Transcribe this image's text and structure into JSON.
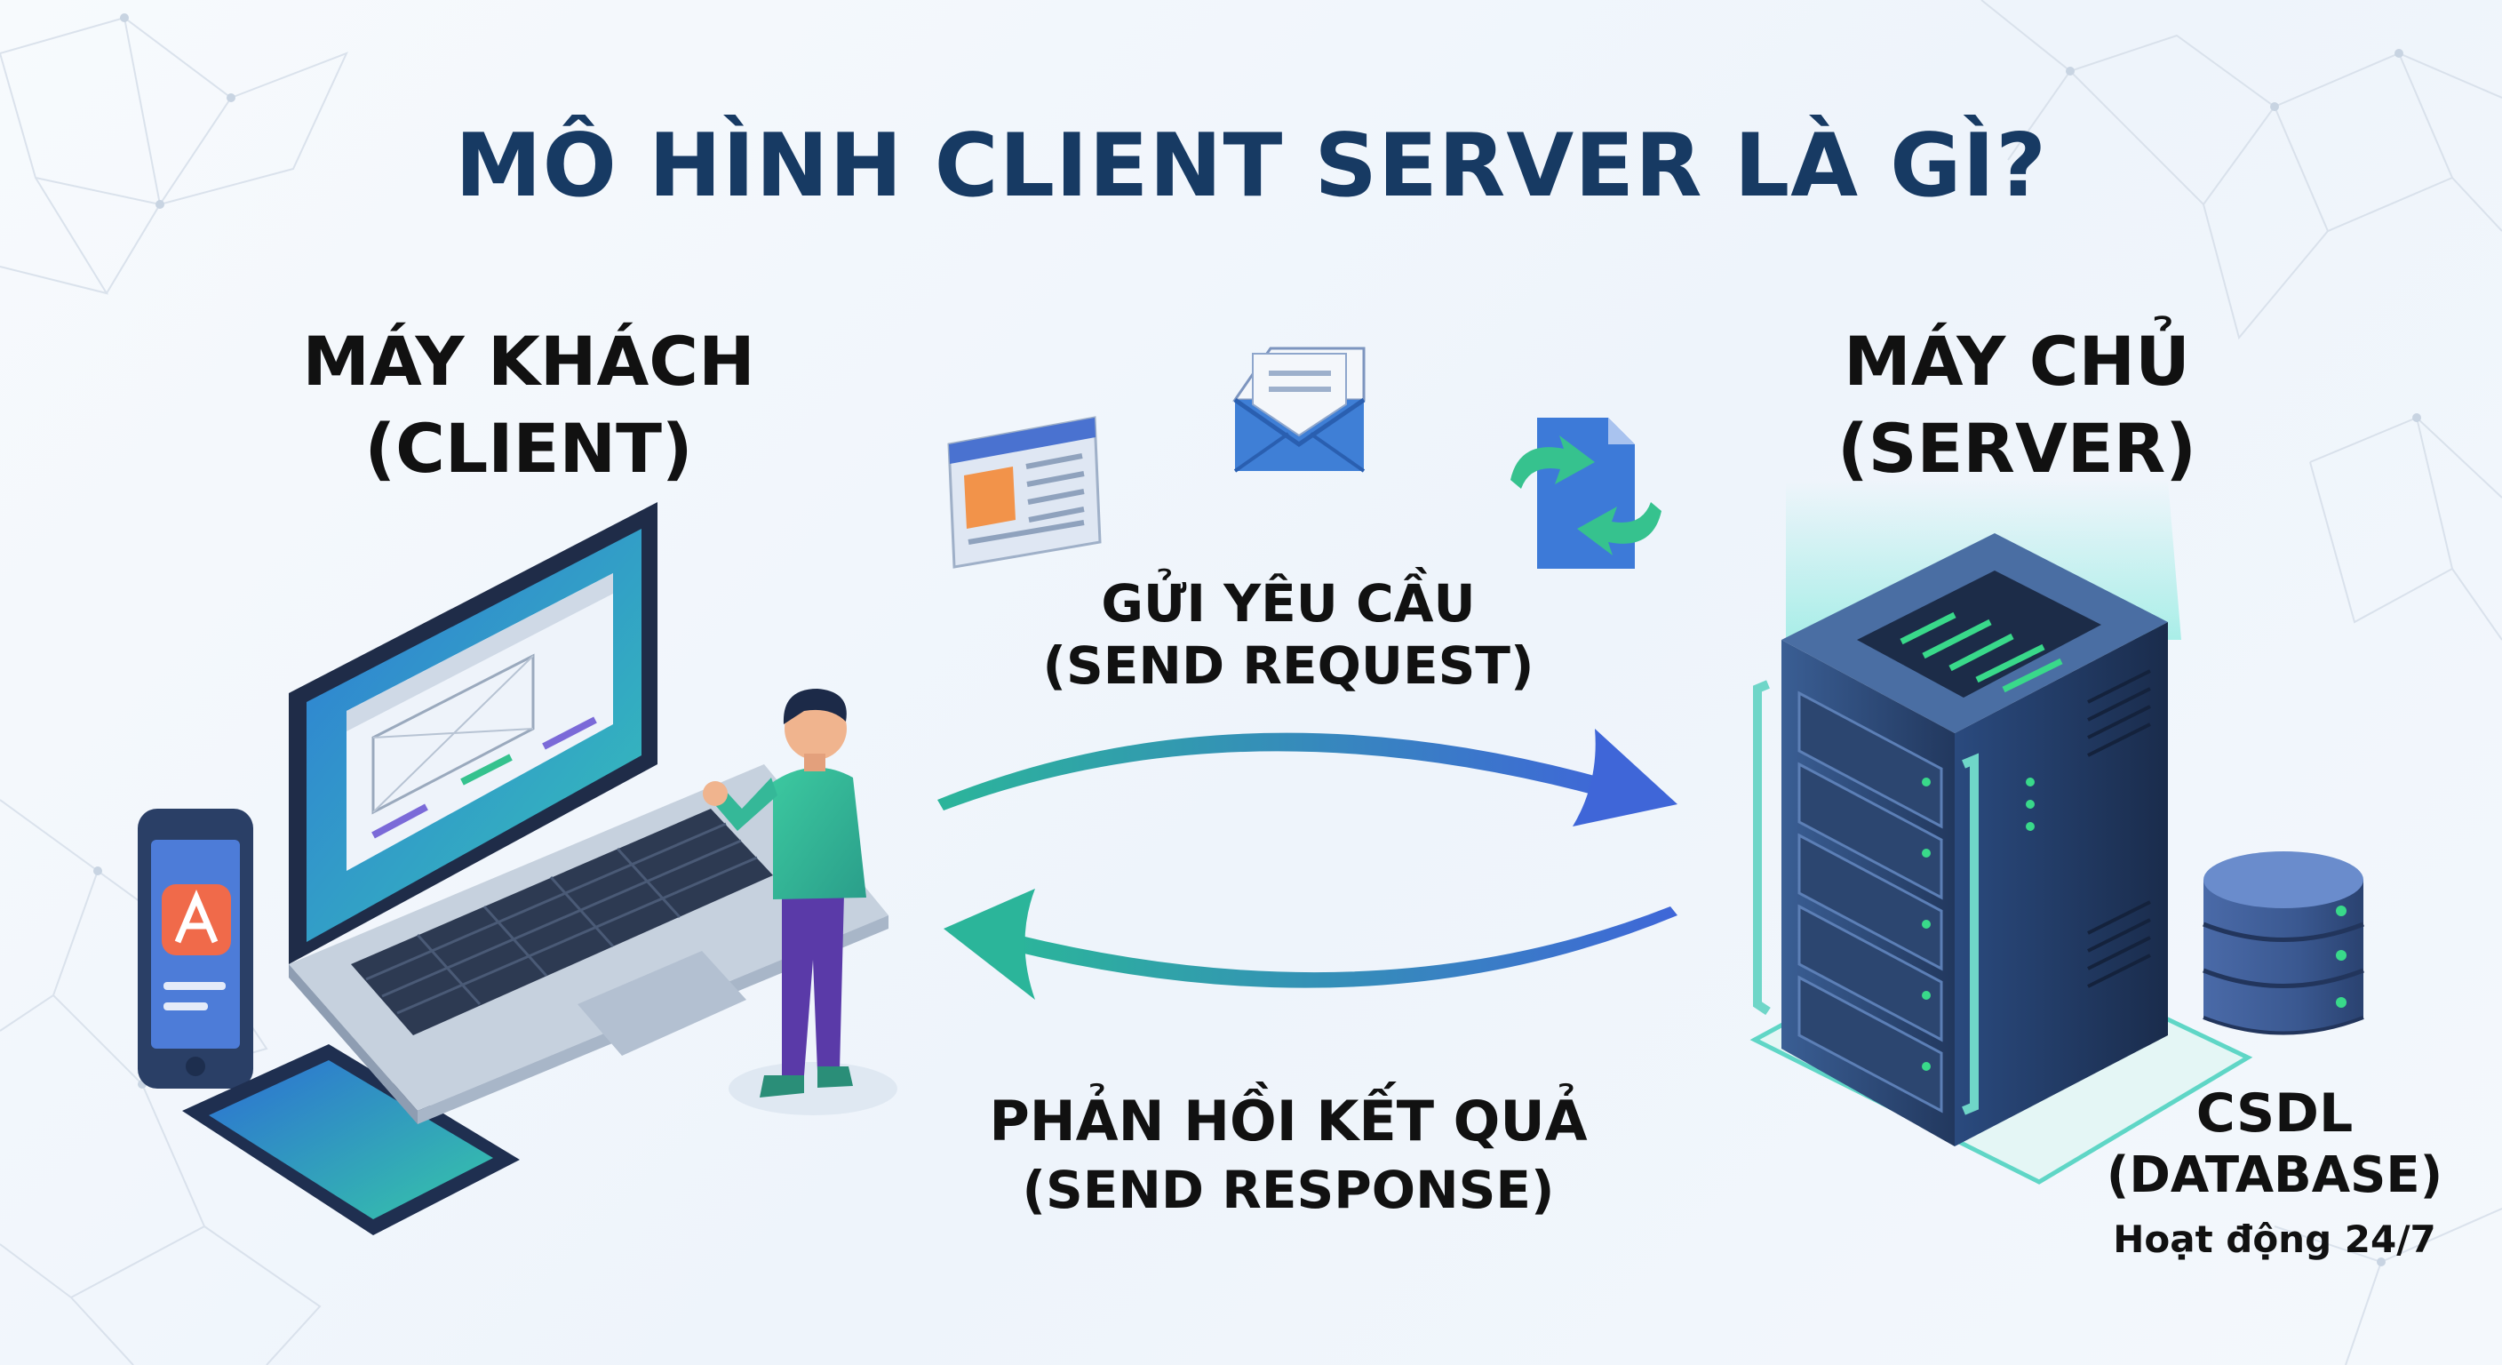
{
  "title": "MÔ HÌNH CLIENT SERVER LÀ GÌ?",
  "client": {
    "line1": "MÁY KHÁCH",
    "line2": "(CLIENT)"
  },
  "server": {
    "line1": "MÁY CHỦ",
    "line2": "(SERVER)"
  },
  "request": {
    "line1": "GỬI YÊU CẦU",
    "line2": "(SEND REQUEST)"
  },
  "response": {
    "line1": "PHẢN HỒI KẾT QUẢ",
    "line2": "(SEND RESPONSE)"
  },
  "database": {
    "line1": "CSDL",
    "line2": "(DATABASE)",
    "line3": "Hoạt động 24/7"
  },
  "colors": {
    "title": "#173a63",
    "request_arrow_start": "#2bb59a",
    "request_arrow_end": "#3f66d8",
    "response_arrow_start": "#3f66d8",
    "response_arrow_end": "#2bb59a",
    "server_body": "#2e4a78",
    "accent_green": "#39d98a"
  },
  "icons": [
    "laptop-icon",
    "smartphone-icon",
    "tablet-icon",
    "person-icon",
    "webpage-icon",
    "email-icon",
    "document-sync-icon",
    "server-rack-icon",
    "database-icon"
  ]
}
